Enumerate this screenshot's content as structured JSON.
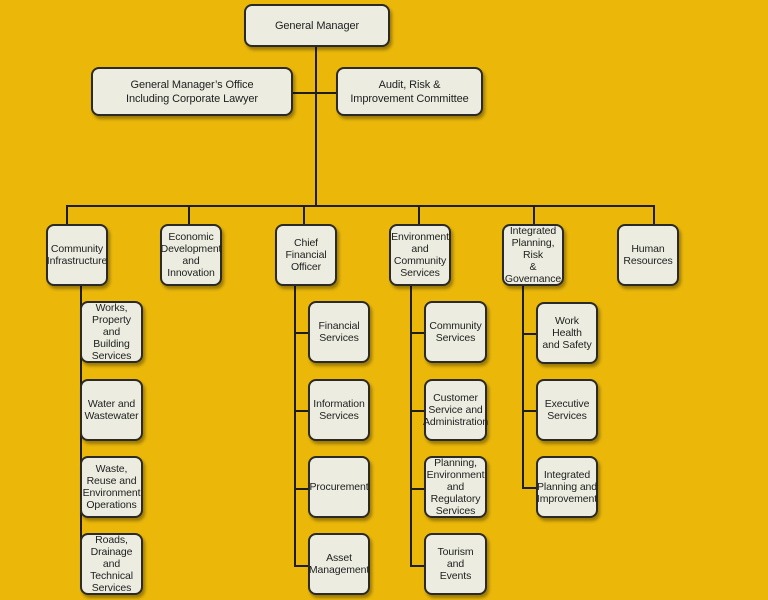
{
  "org_chart": {
    "top": {
      "general_manager": "General Manager",
      "gm_office": "General Manager’s Office\nIncluding Corporate Lawyer",
      "audit_committee": "Audit, Risk &\nImprovement Committee"
    },
    "departments": [
      {
        "name": "Community\nInfrastructure",
        "units": [
          "Works,\nProperty\nand Building\nServices",
          "Water and\nWastewater",
          "Waste,\nReuse and\nEnvironment\nOperations",
          "Roads,\nDrainage and\nTechnical\nServices"
        ]
      },
      {
        "name": "Economic\nDevelopment\nand\nInnovation",
        "units": []
      },
      {
        "name": "Chief\nFinancial\nOfficer",
        "units": [
          "Financial\nServices",
          "Information\nServices",
          "Procurement",
          "Asset\nManagement"
        ]
      },
      {
        "name": "Environment\nand\nCommunity\nServices",
        "units": [
          "Community\nServices",
          "Customer\nService and\nAdministration",
          "Planning,\nEnvironment\nand Regulatory\nServices",
          "Tourism and\nEvents"
        ]
      },
      {
        "name": "Integrated\nPlanning, Risk\n& Governance",
        "units": [
          "Work Health\nand Safety",
          "Executive\nServices",
          "Integrated\nPlanning and\nImprovement"
        ]
      },
      {
        "name": "Human\nResources",
        "units": []
      }
    ]
  },
  "colors": {
    "background": "#EBB80A",
    "box_fill": "#ECEDE0",
    "line": "#1E1E1E"
  }
}
